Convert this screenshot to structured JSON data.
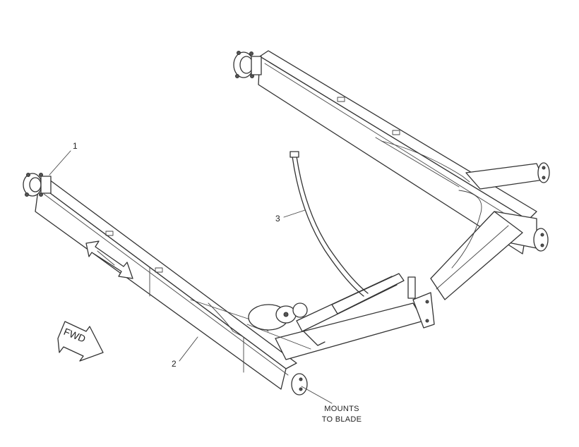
{
  "diagram": {
    "callouts": [
      {
        "id": "callout-1",
        "label": "1"
      },
      {
        "id": "callout-2",
        "label": "2"
      },
      {
        "id": "callout-3",
        "label": "3"
      }
    ],
    "mounts_note": {
      "line1": "MOUNTS",
      "line2": "TO BLADE"
    },
    "direction_arrow": {
      "label": "FWD"
    }
  }
}
